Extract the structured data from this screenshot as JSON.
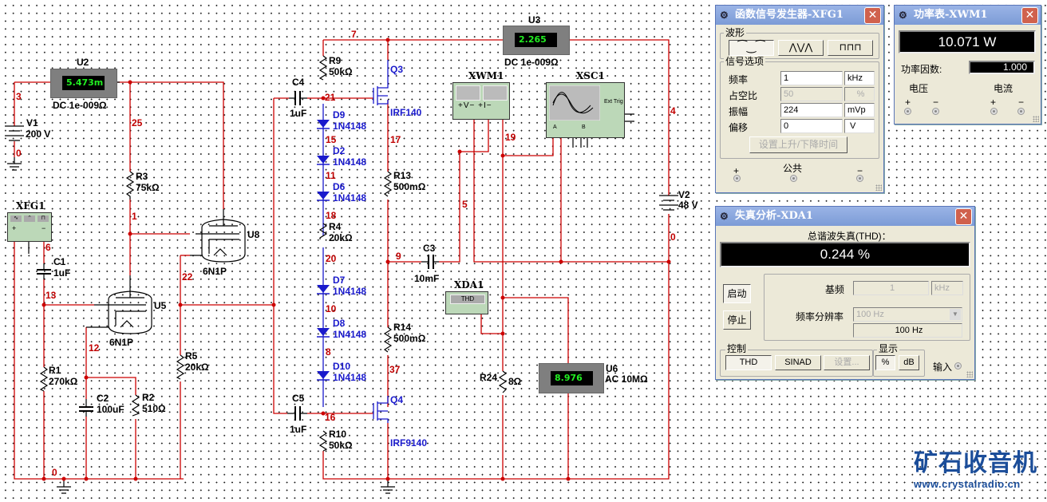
{
  "schematic": {
    "nodes": [
      "7",
      "3",
      "0",
      "25",
      "1",
      "6",
      "13",
      "12",
      "22",
      "21",
      "15",
      "11",
      "18",
      "20",
      "10",
      "8",
      "16",
      "17",
      "9",
      "37",
      "5",
      "19",
      "4",
      "0",
      "0"
    ],
    "components": {
      "U2": {
        "ref": "U2",
        "reading": "5.473m",
        "mode": "DC  1e-009Ω"
      },
      "U3": {
        "ref": "U3",
        "reading": "2.265",
        "mode": "DC  1e-009Ω"
      },
      "U6": {
        "ref": "U6",
        "reading": "8.976",
        "mode": "AC  10MΩ"
      },
      "V1": {
        "ref": "V1",
        "value": "200 V"
      },
      "V2": {
        "ref": "V2",
        "value": "48 V"
      },
      "R1": {
        "ref": "R1",
        "value": "270kΩ"
      },
      "R2": {
        "ref": "R2",
        "value": "510Ω"
      },
      "R3": {
        "ref": "R3",
        "value": "75kΩ"
      },
      "R4": {
        "ref": "R4",
        "value": "20kΩ"
      },
      "R5": {
        "ref": "R5",
        "value": "20kΩ"
      },
      "R9": {
        "ref": "R9",
        "value": "50kΩ"
      },
      "R10": {
        "ref": "R10",
        "value": "50kΩ"
      },
      "R13": {
        "ref": "R13",
        "value": "500mΩ"
      },
      "R14": {
        "ref": "R14",
        "value": "500mΩ"
      },
      "R24": {
        "ref": "R24",
        "value": "8Ω"
      },
      "C1": {
        "ref": "C1",
        "value": "1uF"
      },
      "C2": {
        "ref": "C2",
        "value": "100uF"
      },
      "C3": {
        "ref": "C3",
        "value": "10mF"
      },
      "C4": {
        "ref": "C4",
        "value": "1uF"
      },
      "C5": {
        "ref": "C5",
        "value": "1uF"
      },
      "U5": {
        "ref": "U5",
        "value": "6N1P"
      },
      "U8": {
        "ref": "U8",
        "value": "6N1P"
      },
      "Q3": {
        "ref": "Q3",
        "value": "IRF140"
      },
      "Q4": {
        "ref": "Q4",
        "value": "IRF9140"
      },
      "diodes": [
        {
          "ref": "D9",
          "value": "1N4148"
        },
        {
          "ref": "D2",
          "value": "1N4148"
        },
        {
          "ref": "D6",
          "value": "1N4148"
        },
        {
          "ref": "D7",
          "value": "1N4148"
        },
        {
          "ref": "D8",
          "value": "1N4148"
        },
        {
          "ref": "D10",
          "value": "1N4148"
        }
      ],
      "XFG1": {
        "ref": "XFG1"
      },
      "XWM1": {
        "ref": "XWM1",
        "labels": "+V−  +I−"
      },
      "XSC1": {
        "ref": "XSC1",
        "ext_trig": "Ext Trig",
        "ch_a": "A",
        "ch_b": "B"
      },
      "XDA1": {
        "ref": "XDA1",
        "display": "THD"
      }
    },
    "wire_color": "#cc0000"
  },
  "function_generator": {
    "title": "函数信号发生器-XFG1",
    "waveform_group": "波形",
    "waveforms": [
      "sine",
      "triangle",
      "square"
    ],
    "selected_waveform": "sine",
    "options_group": "信号选项",
    "fields": [
      {
        "label": "频率",
        "value": "1",
        "unit": "kHz",
        "disabled": false
      },
      {
        "label": "占空比",
        "value": "50",
        "unit": "%",
        "disabled": true
      },
      {
        "label": "振幅",
        "value": "224",
        "unit": "mVp",
        "disabled": false
      },
      {
        "label": "偏移",
        "value": "0",
        "unit": "V",
        "disabled": false
      }
    ],
    "rise_fall_button": "设置上升/下降时间",
    "terminals": {
      "plus": "+",
      "common": "公共",
      "minus": "−"
    }
  },
  "wattmeter": {
    "title": "功率表-XWM1",
    "power": "10.071 W",
    "pf_label": "功率因数:",
    "pf_value": "1.000",
    "voltage_label": "电压",
    "current_label": "电流",
    "plus": "+",
    "minus": "−"
  },
  "distortion_analyzer": {
    "title": "失真分析-XDA1",
    "thd_label": "总谐波失真(THD)：",
    "thd_value": "0.244 %",
    "start_button": "启动",
    "stop_button": "停止",
    "fundamental_label": "基频",
    "fundamental_value": "1",
    "fundamental_unit": "kHz",
    "resolution_label": "频率分辨率",
    "resolution_select": "100 Hz",
    "resolution_display": "100 Hz",
    "control_group": "控制",
    "control_buttons": [
      "THD",
      "SINAD",
      "设置..."
    ],
    "display_group": "显示",
    "display_buttons": [
      "%",
      "dB"
    ],
    "input_label": "输入"
  },
  "watermark": {
    "title": "矿石收音机",
    "url": "www.crystalradio.cn"
  }
}
